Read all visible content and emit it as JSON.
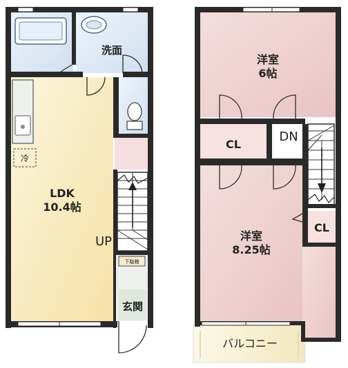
{
  "rooms": {
    "washroom": "洗面",
    "ldk_name": "LDK",
    "ldk_size": "10.4帖",
    "western1_name": "洋室",
    "western1_size": "6帖",
    "western2_name": "洋室",
    "western2_size": "8.25帖",
    "entrance": "玄関",
    "balcony": "バルコニー",
    "closet1": "CL",
    "closet2": "CL",
    "shoe_box": "下駄箱",
    "fridge": "冷"
  },
  "stairs": {
    "up": "UP",
    "down": "DN"
  },
  "colors": {
    "wall": "#2a2a2a",
    "bath": "#dce8f5",
    "ldk": "#f8e9bd",
    "bedroom": "#efd3d3",
    "closet": "#f5dede",
    "balcony": "#f6efcf",
    "entrance": "#e8ece8"
  }
}
